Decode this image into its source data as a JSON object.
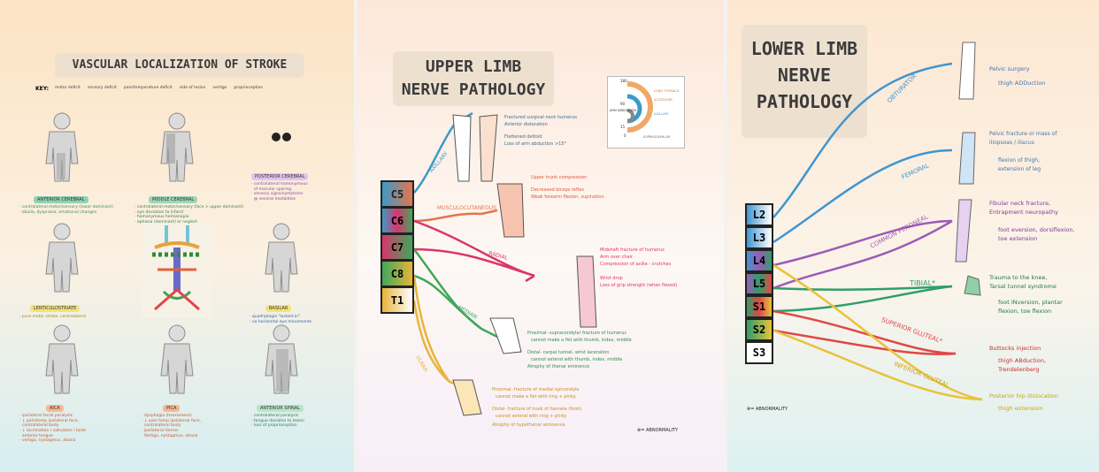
{
  "stroke": {
    "title": "VASCULAR LOCALIZATION OF STROKE",
    "key_label": "KEY:",
    "key_items": [
      "motor deficit",
      "sensory deficit",
      "pain/temperature deficit",
      "side of lesion",
      "vertigo",
      "proprioception"
    ],
    "territories": [
      {
        "name": "ANTERIOR CEREBRAL",
        "color": "#8fd3b1",
        "desc": "· contralateral motor/sensory (lower dominant)\n· abulia, dyspraxia, emotional changes"
      },
      {
        "name": "MIDDLE CEREBRAL",
        "color": "#9ed6b6",
        "desc": "· contralateral motor/sensory (face > upper dominant)\n· eye deviation to infarct\n· homonymous hemianopia\n· aphasia (dominant) or neglect"
      },
      {
        "name": "POSTERIOR CEREBRAL",
        "color": "#e0c4ec",
        "desc": "· contralateral homonymous\n  of macular sparing\n· sensory signs/symptoms\n  @ several modalities"
      },
      {
        "name": "LENTICULOSTRIATE",
        "color": "#f4e27c",
        "desc": "· pure motor stroke, contralateral"
      },
      {
        "name": "BASILAR",
        "color": "#f4e27c",
        "desc": "· quadriplegia \"locked-in\"\n· no horizontal eye movements"
      },
      {
        "name": "AICA",
        "color": "#f6b993",
        "desc": "· ipsilateral facial paralysis\n· ↓ pain/temp ipsilateral face,\n  contralateral body\n· ↓ lacrimation / salivation / taste\n  anterior tongue\n· vertigo, nystagmus, ataxia"
      },
      {
        "name": "PICA",
        "color": "#f6b993",
        "desc": "· dysphagia (hoarseness)\n· ↓ pain temp ipsilateral face,\n  contralateral body\n· ipsilateral Horner\n· Vertigo, nystagmus, ataxia"
      },
      {
        "name": "ANTERIOR SPINAL",
        "color": "#b7e6c6",
        "desc": "· contralateral paralysis\n· tongue deviates to lesion\n· loss of proprioception"
      }
    ]
  },
  "upper": {
    "title_line1": "UPPER LIMB",
    "title_line2": "NERVE PATHOLOGY",
    "roots": [
      "C5",
      "C6",
      "C7",
      "C8",
      "T1"
    ],
    "nerves": [
      "AXILLARY",
      "MUSCULOCUTANEOUS",
      "RADIAL",
      "MEDIAN",
      "ULNAR"
    ],
    "inset": {
      "label_top": "180",
      "label_mid": "90",
      "label_low": "15",
      "label_zero": "0",
      "axis_label": "ARM ABDUCTION",
      "tags": [
        "LONG THORACIC",
        "ACCESSORY",
        "AXILLARY",
        "SUPRASCAPULAR"
      ]
    },
    "notes": {
      "axillary": [
        "Fractured surgical neck humerus",
        "Anterior dislocation",
        "Flattened deltoid",
        "Loss of arm abduction >15°"
      ],
      "musculo": [
        "Upper trunk compression",
        "Decreased biceps reflex",
        "Weak forearm flexion, supination"
      ],
      "radial": [
        "Midshaft fracture of humerus",
        "Arm over chair",
        "Compression of axilla - crutches",
        "Wrist drop",
        "Loss of grip strength (when flexed)"
      ],
      "median": [
        "Proximal- supracondylar fracture of humerus",
        "cannot make a fist with thumb, index, middle",
        "Distal- carpal tunnel, wrist laceration",
        "cannot extend with thumb, index, middle",
        "Atrophy of thenar eminence"
      ],
      "ulnar": [
        "Proximal- fracture of medial epicondyle",
        "cannot make a fist with ring + pinky",
        "Distal- fracture of hook of hamate (fooh)",
        "cannot extend with ring + pinky",
        "Atrophy of hypothenar eminence"
      ]
    },
    "legend": "= ABNORMALITY",
    "abnormal_mark": "⊗"
  },
  "lower": {
    "title_line1": "LOWER LIMB",
    "title_line2": "NERVE",
    "title_line3": "PATHOLOGY",
    "roots": [
      "L2",
      "L3",
      "L4",
      "L5",
      "S1",
      "S2",
      "S3"
    ],
    "nerves": [
      "OBTURATOR",
      "FEMORAL",
      "COMMON PERONEAL",
      "TIBIAL*",
      "SUPERIOR GLUTEAL*",
      "INFERIOR GLUTEAL"
    ],
    "notes": {
      "obturator": [
        "Pelvic surgery",
        "thigh ADDuction"
      ],
      "femoral": [
        "Pelvic fracture or mass of",
        "iliopsoas / iliacus",
        "flexion of thigh,",
        "extension of leg"
      ],
      "peroneal": [
        "Fibular neck fracture,",
        "Entrapment neuropathy",
        "foot eversion, dorsiflexion,",
        "toe extension"
      ],
      "tibial": [
        "Trauma to the knee,",
        "Tarsal tunnel syndrome",
        "foot INversion, plantar",
        "flexion, toe flexion"
      ],
      "sup_gluteal": [
        "Buttocks injection",
        "thigh ABduction,",
        "Trendelenberg"
      ],
      "inf_gluteal": [
        "Posterior hip dislocation",
        "thigh extension"
      ]
    },
    "legend": "= ABNORMALITY",
    "abnormal_mark": "⊗"
  },
  "colors": {
    "axillary": "#3a9bc8",
    "musculo": "#e4744e",
    "radial": "#d9366d",
    "median": "#3fa85a",
    "ulnar": "#e8b43a",
    "obturator": "#3f96d2",
    "femoral": "#3f96d2",
    "peroneal": "#9a5cb8",
    "tibial": "#2f9e6a",
    "sup_gluteal": "#e04747",
    "inf_gluteal": "#e8c23a"
  }
}
